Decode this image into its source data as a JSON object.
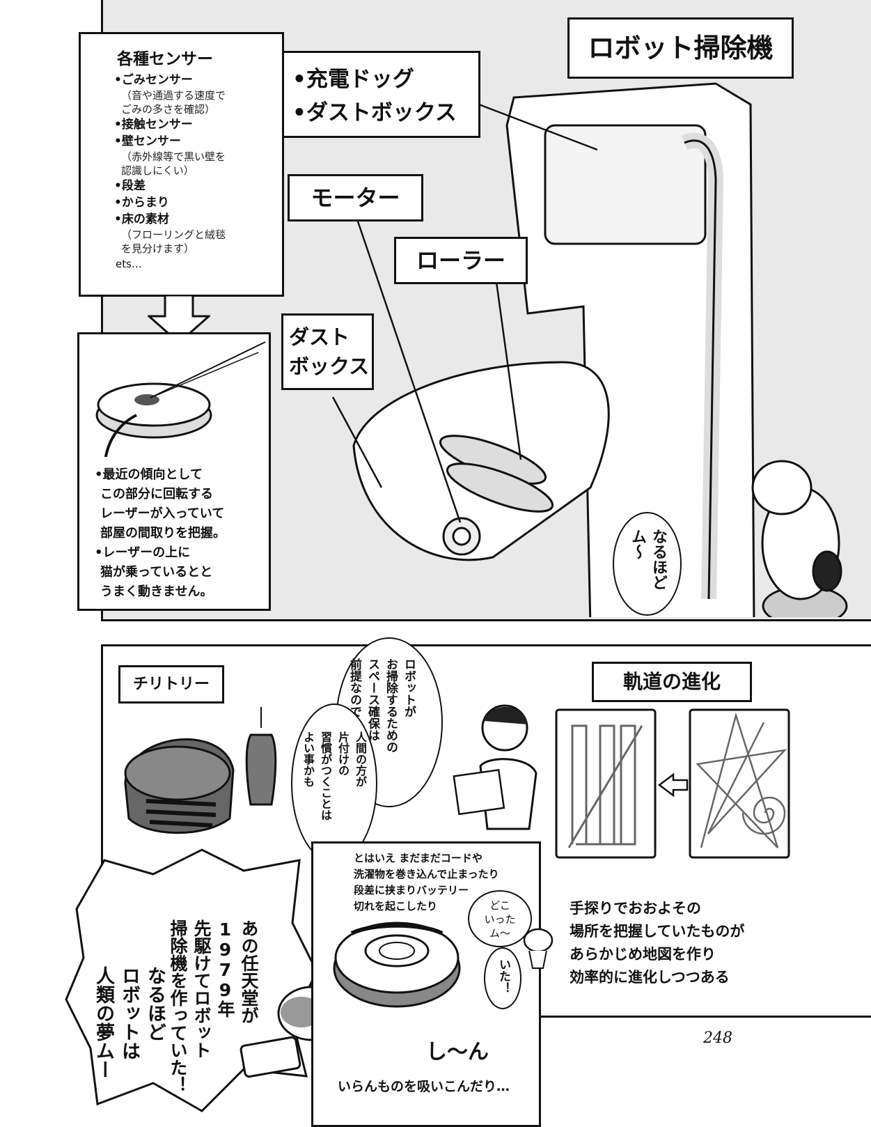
{
  "top_panel": {
    "title": "ロボット掃除機",
    "sensors": {
      "heading": "各種センサー",
      "items": [
        {
          "label": "•ごみセンサー",
          "note": [
            "（音や通過する速度で",
            "ごみの多さを確認）"
          ]
        },
        {
          "label": "•接触センサー",
          "note": []
        },
        {
          "label": "•壁センサー",
          "note": [
            "（赤外線等で黒い壁を",
            "認識しにくい）"
          ]
        },
        {
          "label": "•段差",
          "note": []
        },
        {
          "label": "•からまり",
          "note": []
        },
        {
          "label": "•床の素材",
          "note": [
            "（フローリングと絨毯",
            "を見分けます）"
          ]
        }
      ],
      "etc": "ets…"
    },
    "labels": {
      "dock_line1": "•充電ドッグ",
      "dock_line2": "•ダストボックス",
      "motor": "モーター",
      "roller": "ローラー",
      "dustbox_line1": "ダスト",
      "dustbox_line2": "ボックス"
    },
    "laser_note": [
      "•最近の傾向として",
      "この部分に回転する",
      "レーザーが入っていて",
      "部屋の間取りを把握。",
      "•レーザーの上に",
      "猫が乗っているとと",
      "うまく動きません。"
    ],
    "cat_bubble": "なるほど\nム〜"
  },
  "bottom_panel": {
    "chiritory_label": "チリトリー",
    "robot_bubble": "ロボットが\nお掃除するための\nスペース確保は\n前提なので",
    "human_bubble": "人間の方が\n片付けの\n習慣がつくことは\nよい事かも",
    "orbit_title": "軌道の進化",
    "nintendo_col1": "あの任天堂が",
    "nintendo_col2": "1979年",
    "nintendo_col3": "先駆けてロボット",
    "nintendo_col4": "掃除機を作っていた！",
    "dream_col1": "なるほど",
    "dream_col2": "ロボットは",
    "dream_col3": "人類の夢ムー",
    "mess_note": [
      "とはいえ まだまだコードや",
      "洗濯物を巻き込んで止まったり",
      "段差に挟まりバッテリー",
      "切れを起こしたり"
    ],
    "where_bubble": "どこ\nいった\nム〜",
    "found_bubble": "いた！",
    "silence": "し〜ん",
    "suck_caption": "いらんものを吸いこんだり…",
    "evolution_caption": [
      "手探りでおおよその",
      "場所を把握していたものが",
      "あらかじめ地図を作り",
      "効率的に進化しつつある"
    ],
    "page_number": "248"
  }
}
